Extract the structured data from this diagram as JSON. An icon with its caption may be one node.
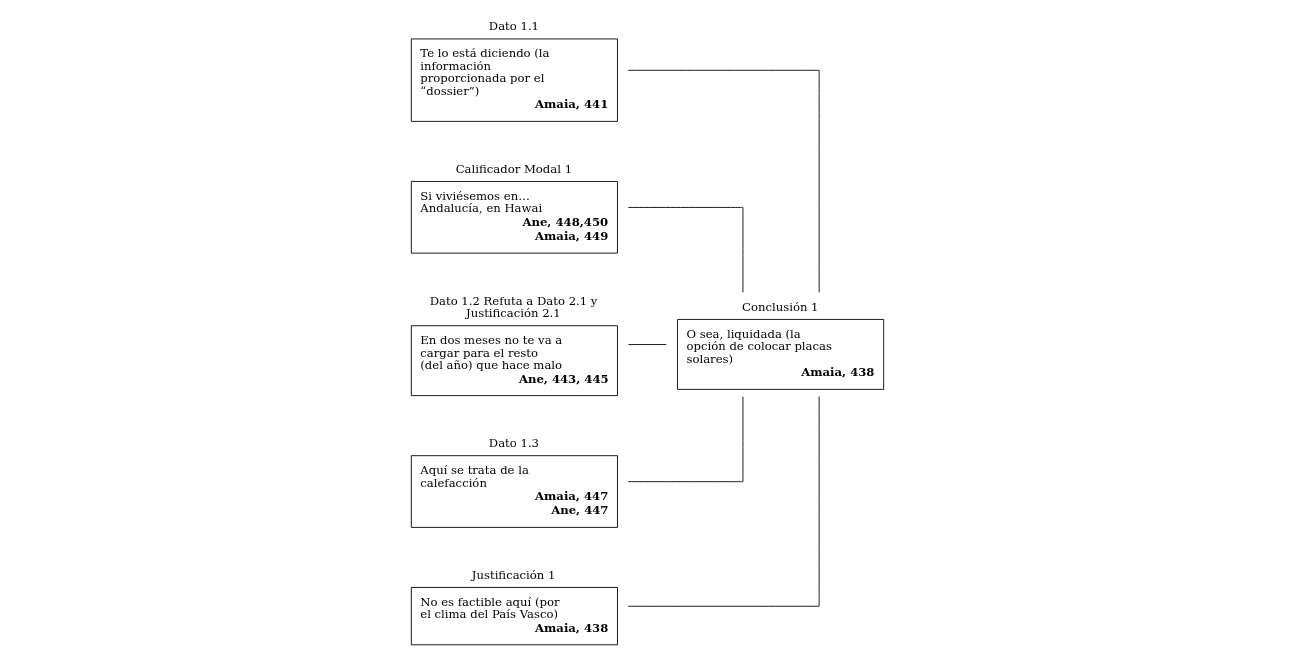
{
  "diagram": {
    "nodes": [
      {
        "text": [
          "Dato 1.1",
          "Te lo está diciendo (la información proporcionada por el “dossier”)",
          "Amaia, 441"
        ]
      },
      {
        "text": [
          "Calificador Modal 1",
          "Si viviésemos en… Andalucía, en Hawai",
          "Ane, 448,450",
          "Amaia, 449"
        ]
      },
      {
        "text": [
          "Dato 1.2 Refuta a Dato 2.1 y Justificación 2.1",
          "En dos meses no te va a cargar para el resto (del año) que hace malo",
          "Ane, 443, 445"
        ]
      },
      {
        "text": [
          "Conclusión 1",
          "O sea, liquidada (la opción de colocar placas solares)",
          "Amaia, 438"
        ]
      },
      {
        "text": [
          "Dato 1.3",
          "Aquí se trata de la calefacción",
          "Amaia, 447",
          "Ane, 447"
        ]
      },
      {
        "text": [
          "Justificación 1",
          "No es factible aquí (por el clima del País Vasco)",
          "Amaia, 438"
        ]
      }
    ],
    "edges": [
      {
        "from": 0,
        "to": 3,
        "arrow": "none"
      },
      {
        "from": 2,
        "to": 3,
        "arrow": "none"
      },
      {
        "from": 4,
        "to": 3,
        "arrow": "none"
      },
      {
        "from": 1,
        "to": 3,
        "arrow": "none"
      },
      {
        "from": 5,
        "to": 3,
        "arrow": "none"
      }
    ]
  }
}
